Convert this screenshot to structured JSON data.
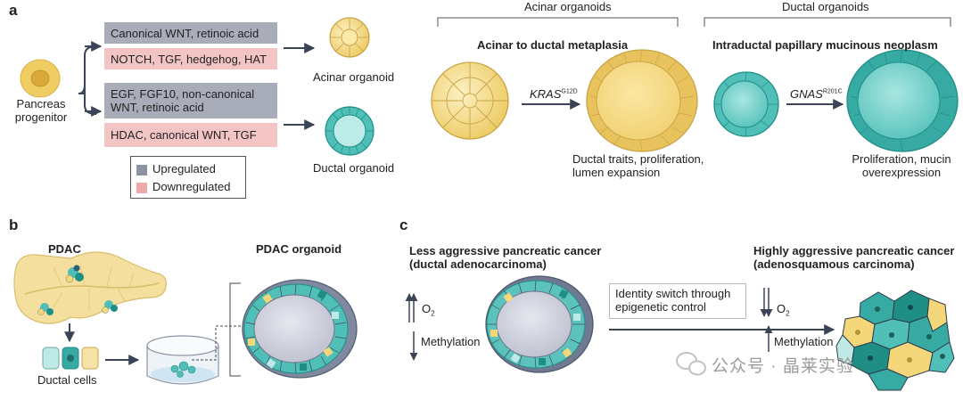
{
  "panel_a": {
    "letter": "a",
    "progenitor_label_line1": "Pancreas",
    "progenitor_label_line2": "progenitor",
    "acinar_up": "Canonical WNT, retinoic acid",
    "acinar_down": "NOTCH, TGF, hedgehog, HAT",
    "ductal_up_line1": "EGF, FGF10, non-canonical",
    "ductal_up_line2": "WNT, retinoic acid",
    "ductal_down": "HDAC, canonical WNT, TGF",
    "acinar_organoid_label": "Acinar organoid",
    "ductal_organoid_label": "Ductal organoid",
    "legend": {
      "upregulated": "Upregulated",
      "downregulated": "Downregulated"
    },
    "acinar_organoids_header": "Acinar organoids",
    "ductal_organoids_header": "Ductal organoids",
    "adm_title": "Acinar to ductal metaplasia",
    "ipmn_title": "Intraductal papillary mucinous neoplasm",
    "kras_gene": "KRAS",
    "kras_mutation": "G12D",
    "gnas_gene": "GNAS",
    "gnas_mutation": "R201C",
    "adm_outcome_line1": "Ductal traits, proliferation,",
    "adm_outcome_line2": "lumen expansion",
    "ipmn_outcome_line1": "Proliferation, mucin",
    "ipmn_outcome_line2": "overexpression"
  },
  "panel_b": {
    "letter": "b",
    "pdac_label": "PDAC",
    "pdac_organoid_label": "PDAC organoid",
    "ductal_cells_label": "Ductal cells"
  },
  "panel_c": {
    "letter": "c",
    "less_aggr_line1": "Less aggressive pancreatic cancer",
    "less_aggr_line2": "(ductal adenocarcinoma)",
    "high_aggr_line1": "Highly aggressive pancreatic cancer",
    "high_aggr_line2": "(adenosquamous carcinoma)",
    "o2_base": "O",
    "o2_sub": "2",
    "methylation": "Methylation",
    "switch_line1": "Identity switch through",
    "switch_line2": "epigenetic control"
  },
  "watermark": "公众号 · 晶莱实验",
  "colors": {
    "upregulated": "#a9adb9",
    "downregulated": "#f3c4c4",
    "acinar_yellow": "#f4d77a",
    "ductal_teal": "#4fbfb8",
    "dark_teal": "#1f8f86",
    "lumen_grey": "#c9cbd8",
    "arrow": "#3a4456"
  }
}
